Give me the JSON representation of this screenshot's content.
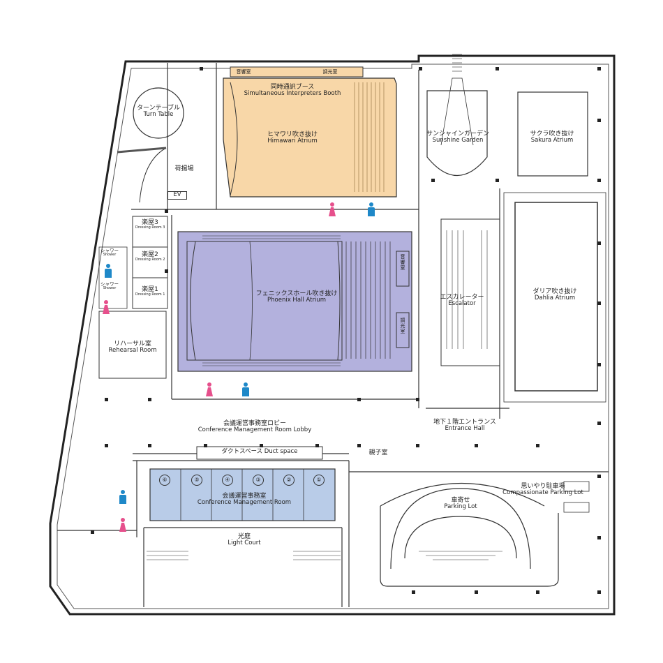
{
  "rooms": {
    "turn_table": {
      "jp": "ターンテーブル",
      "en": "Turn Table"
    },
    "loading": {
      "jp": "荷揚場"
    },
    "ev": {
      "en": "EV"
    },
    "dressing3": {
      "jp": "楽屋3",
      "en": "Dressing Room 3"
    },
    "dressing2": {
      "jp": "楽屋2",
      "en": "Dressing Room 2"
    },
    "dressing1": {
      "jp": "楽屋1",
      "en": "Dressing Room 1"
    },
    "shower_a": {
      "jp": "シャワー",
      "en": "Shower"
    },
    "shower_b": {
      "jp": "シャワー",
      "en": "Shower"
    },
    "rehearsal": {
      "jp": "リハーサル室",
      "en": "Rehearsal Room"
    },
    "sound_room_top": {
      "jp": "音響室"
    },
    "control_room_top": {
      "jp": "調光室"
    },
    "interpreters": {
      "jp": "同時通訳ブース",
      "en": "Simultaneous Interpreters Booth"
    },
    "himawari": {
      "jp": "ヒマワリ吹き抜け",
      "en": "Himawari Atrium"
    },
    "sunshine": {
      "jp": "サンシャインガーデン",
      "en": "Sunshine Garden"
    },
    "sakura": {
      "jp": "サクラ吹き抜け",
      "en": "Sakura Atrium"
    },
    "phoenix": {
      "jp": "フェニックスホール吹き抜け",
      "en": "Phoenix Hall Atrium"
    },
    "sound_room_side": {
      "jp": "音響室"
    },
    "control_room_side": {
      "jp": "調光室"
    },
    "escalator": {
      "jp": "エスカレーター",
      "en": "Escalator"
    },
    "dahlia": {
      "jp": "ダリア吹き抜け",
      "en": "Dahlia Atrium"
    },
    "lobby": {
      "jp": "会議運営事務室ロビー",
      "en": "Conference Management Room Lobby"
    },
    "entrance": {
      "jp": "地下１階エントランス",
      "en": "Entrance Hall"
    },
    "duct": {
      "text": "ダクトスペース Duct space"
    },
    "oyako": {
      "jp": "親子室"
    },
    "conf_mgmt": {
      "jp": "会議運営事務室",
      "en": "Conference Management Room"
    },
    "parking_lot": {
      "jp": "車寄せ",
      "en": "Parking Lot"
    },
    "compassionate": {
      "jp": "思いやり駐車場",
      "en": "Compassionate Parking Lot"
    },
    "light_court": {
      "jp": "光庭",
      "en": "Light Court"
    }
  },
  "room_numbers": [
    "⑥",
    "⑤",
    "④",
    "③",
    "②",
    "①"
  ],
  "colors": {
    "himawari": "#f8d7a8",
    "phoenix": "#b3b1dd",
    "conference": "#b9cce8",
    "wall": "#222222",
    "restroom_male": "#1e88c8",
    "restroom_female": "#e6508c"
  }
}
